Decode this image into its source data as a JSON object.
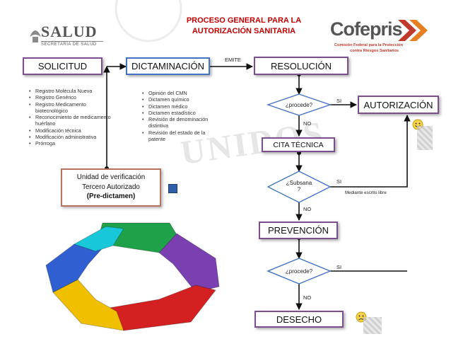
{
  "header": {
    "title_line1": "PROCESO GENERAL PARA LA",
    "title_line2": "AUTORIZACIÓN SANITARIA"
  },
  "logos": {
    "salud_name": "SALUD",
    "salud_sub": "SECRETARÍA DE SALUD",
    "cofepris_name": "Cofepris",
    "cofepris_sub1": "Comisión Federal para la Protección",
    "cofepris_sub2": "contra Riesgos Sanitarios"
  },
  "nodes": {
    "solicitud": "SOLICITUD",
    "dictaminacion": "DICTAMINACIÓN",
    "resolucion": "RESOLUCIÓN",
    "autorizacion": "AUTORIZACIÓN",
    "cita_tecnica": "CITA TÉCNICA",
    "prevencion": "PREVENCIÓN",
    "desecho": "DESECHO"
  },
  "edge_labels": {
    "emite": "EMITE",
    "si1": "SI",
    "no1": "NO",
    "si2": "SI",
    "no2": "NO",
    "si3": "SI",
    "no3": "NO",
    "mediante": "Mediante escrito libre"
  },
  "decisions": {
    "procede1": "¿procede?",
    "subsana_l1": "¿Subsana",
    "subsana_l2": "?",
    "procede2": "¿procede?"
  },
  "solicitud_items": [
    "Registro Molécula Nueva",
    "Registro Genérico",
    "Registro Medicamento biotecnológico",
    "Reconocimiento de medicamento huérfano",
    "Modificación técnica",
    "Modificación administrativa",
    "Prórroga"
  ],
  "dictaminacion_items": [
    "Opinión del CMN",
    "Dictamen químico",
    "Dictamen médico",
    "Dictamen estadístico",
    "Revisión de denominación distintiva",
    "Revisión del estado de la patente"
  ],
  "unidad": {
    "line1": "Unidad de verificación",
    "line2": "Tercero Autorizado",
    "line3": "(Pre-dictamen)"
  },
  "colors": {
    "accent_red": "#c00000",
    "border_purple": "#7b4e8e",
    "border_blue": "#4472c4",
    "cycle": [
      "#1fa14a",
      "#7a3fb0",
      "#d42020",
      "#f0c000",
      "#2f5fd0",
      "#19c8d8"
    ]
  }
}
